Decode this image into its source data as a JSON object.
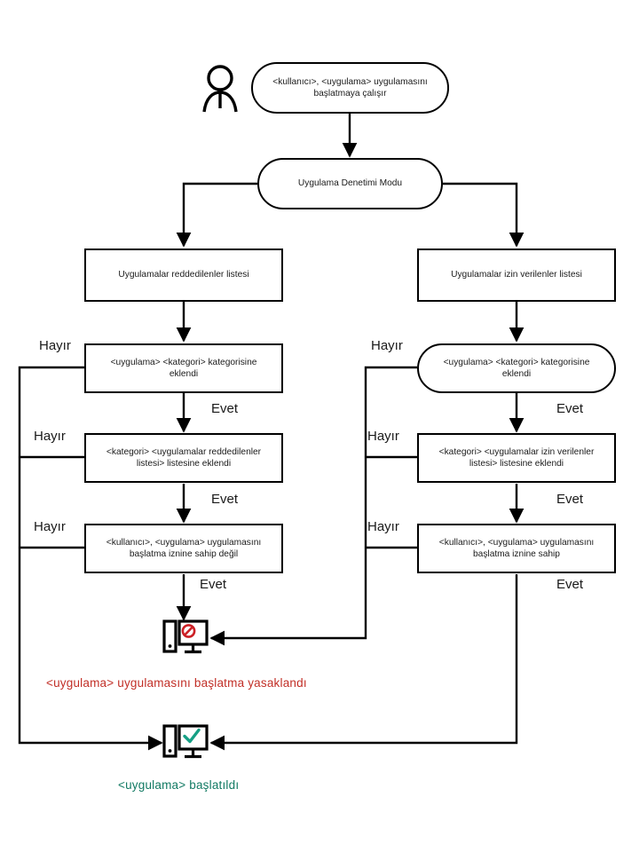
{
  "diagram": {
    "title": "Uygulama Denetimi Modu akis semasi",
    "type": "flowchart",
    "colors": {
      "stroke": "#000000",
      "deny_text": "#c23028",
      "allow_text": "#127a63",
      "deny_icon": "#cc2026",
      "allow_icon": "#16a085"
    }
  },
  "actor": {
    "name": "user-actor-icon",
    "label": "kullanici"
  },
  "nodes": {
    "start": {
      "shape": "stadium",
      "line1": "<kullanıcı>,  <uygulama> uygulamasını",
      "line2": "başlatmaya çalışır"
    },
    "mode": {
      "shape": "stadium",
      "line1": "Uygulama Denetimi Modu"
    },
    "denylist": {
      "shape": "rect",
      "line1": "Uygulamalar reddedilenler listesi"
    },
    "allowlist": {
      "shape": "rect",
      "line1": "Uygulamalar izin verilenler listesi"
    },
    "left_category": {
      "shape": "rect",
      "line1": "<uygulama> <kategori> kategorisine",
      "line2": "eklendi"
    },
    "right_category": {
      "shape": "stadium",
      "line1": "<uygulama> <kategori> kategorisine",
      "line2": "eklendi"
    },
    "left_list": {
      "shape": "rect",
      "line1": "<kategori> <uygulamalar reddedilenler",
      "line2": "listesi> listesine eklendi"
    },
    "right_list": {
      "shape": "rect",
      "line1": "<kategori> <uygulamalar izin verilenler",
      "line2": "listesi> listesine eklendi"
    },
    "left_perm": {
      "shape": "rect",
      "line1": "<kullanıcı>,  <uygulama> uygulamasını",
      "line2": "başlatma iznine sahip değil"
    },
    "right_perm": {
      "shape": "rect",
      "line1": "<kullanıcı>,  <uygulama> uygulamasını",
      "line2": "başlatma iznine sahip"
    }
  },
  "edge_labels": {
    "left_no_1": "Hayır",
    "left_no_2": "Hayır",
    "left_no_3": "Hayır",
    "left_yes_1": "Evet",
    "left_yes_2": "Evet",
    "left_yes_3": "Evet",
    "right_no_1": "Hayır",
    "right_no_2": "Hayır",
    "right_no_3": "Hayır",
    "right_yes_1": "Evet",
    "right_yes_2": "Evet",
    "right_yes_3": "Evet"
  },
  "results": {
    "denied": {
      "icon": "monitor-blocked-icon",
      "text": "<uygulama>  uygulamasını  başlatma yasaklandı"
    },
    "allowed": {
      "icon": "monitor-allowed-icon",
      "text": "<uygulama>  başlatıldı"
    }
  }
}
